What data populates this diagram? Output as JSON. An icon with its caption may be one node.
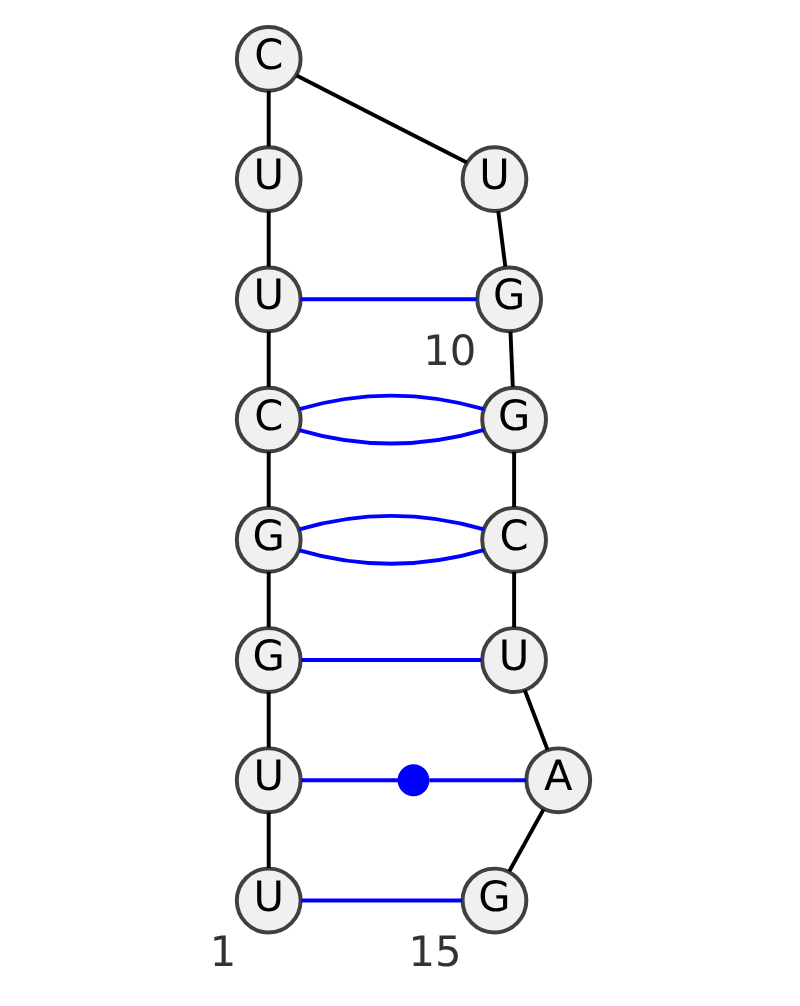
{
  "diagram": {
    "nodes": [
      {
        "text": [
          "U"
        ],
        "beside": [
          "1"
        ]
      },
      {
        "text": [
          "U"
        ]
      },
      {
        "text": [
          "G"
        ]
      },
      {
        "text": [
          "G"
        ]
      },
      {
        "text": [
          "C"
        ]
      },
      {
        "text": [
          "U"
        ]
      },
      {
        "text": [
          "U"
        ]
      },
      {
        "text": [
          "C"
        ]
      },
      {
        "text": [
          "U"
        ]
      },
      {
        "text": [
          "G"
        ],
        "beside": [
          "10"
        ]
      },
      {
        "text": [
          "G"
        ]
      },
      {
        "text": [
          "C"
        ]
      },
      {
        "text": [
          "U"
        ]
      },
      {
        "text": [
          "A"
        ]
      },
      {
        "text": [
          "G"
        ],
        "beside": [
          "15"
        ]
      },
      {
        "text": [],
        "shape": "circle"
      }
    ],
    "edges": [
      {
        "from": 0,
        "to": 1,
        "arrow": "none"
      },
      {
        "from": 1,
        "to": 2,
        "arrow": "none"
      },
      {
        "from": 2,
        "to": 3,
        "arrow": "none"
      },
      {
        "from": 3,
        "to": 4,
        "arrow": "none"
      },
      {
        "from": 4,
        "to": 5,
        "arrow": "none"
      },
      {
        "from": 5,
        "to": 6,
        "arrow": "none"
      },
      {
        "from": 6,
        "to": 7,
        "arrow": "none"
      },
      {
        "from": 7,
        "to": 8,
        "arrow": "none"
      },
      {
        "from": 8,
        "to": 9,
        "arrow": "none"
      },
      {
        "from": 9,
        "to": 10,
        "arrow": "none"
      },
      {
        "from": 10,
        "to": 11,
        "arrow": "none"
      },
      {
        "from": 11,
        "to": 12,
        "arrow": "none"
      },
      {
        "from": 12,
        "to": 13,
        "arrow": "none"
      },
      {
        "from": 13,
        "to": 14,
        "arrow": "none"
      },
      {
        "from": 0,
        "to": 14,
        "arrow": "none",
        "color": "#0000ff"
      },
      {
        "from": 1,
        "to": 15,
        "arrow": "none",
        "color": "#0000ff"
      },
      {
        "from": 15,
        "to": 13,
        "arrow": "none",
        "color": "#0000ff"
      },
      {
        "from": 2,
        "to": 12,
        "arrow": "none",
        "color": "#0000ff"
      },
      {
        "from": 3,
        "to": 11,
        "arrow": "none",
        "color": "#0000ff"
      },
      {
        "from": 3,
        "to": 11,
        "arrow": "none",
        "color": "#0000ff"
      },
      {
        "from": 4,
        "to": 10,
        "arrow": "none",
        "color": "#0000ff"
      },
      {
        "from": 4,
        "to": 10,
        "arrow": "none",
        "color": "#0000ff"
      },
      {
        "from": 5,
        "to": 9,
        "arrow": "none",
        "color": "#0000ff"
      }
    ]
  }
}
